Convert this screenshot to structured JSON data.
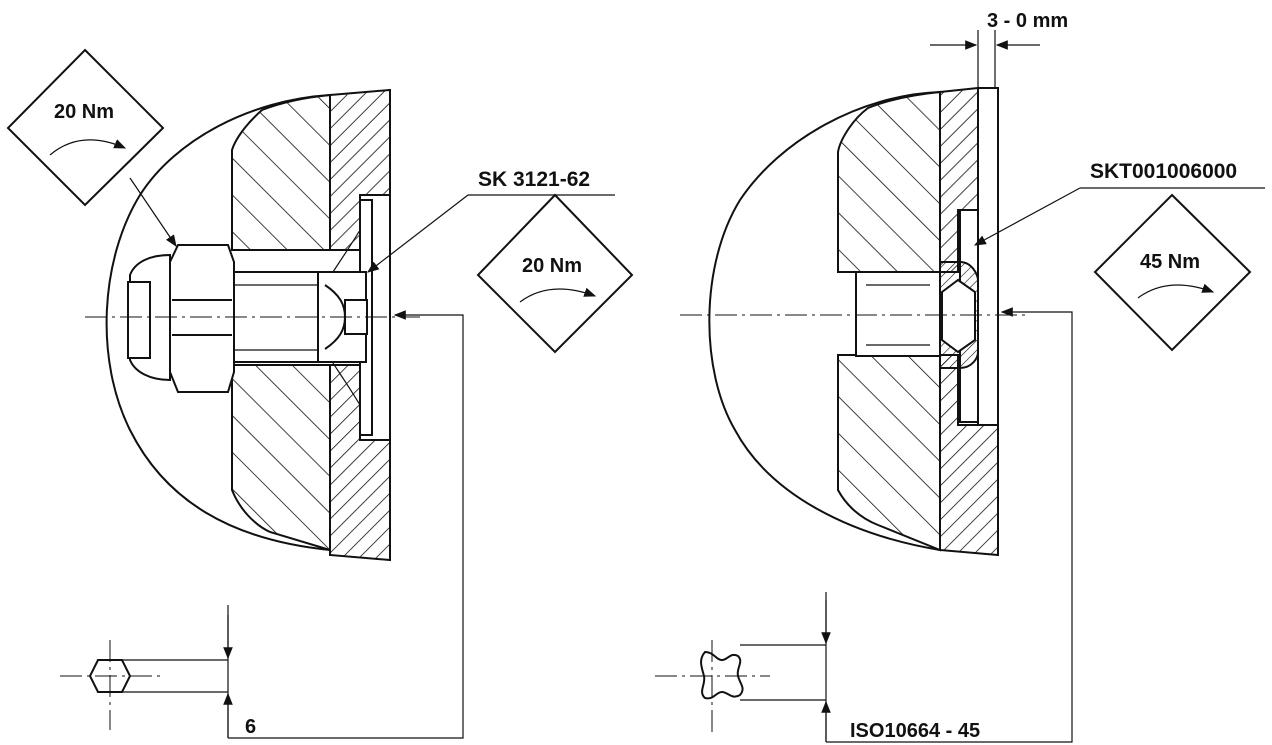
{
  "left_assembly": {
    "nut_torque": "20 Nm",
    "part_number": "SK 3121-62",
    "screw_torque": "20 Nm",
    "key_size": "6"
  },
  "right_assembly": {
    "gap_dimension": "3 - 0 mm",
    "part_number": "SKT001006000",
    "screw_torque": "45 Nm",
    "key_standard": "ISO10664 - 45"
  }
}
